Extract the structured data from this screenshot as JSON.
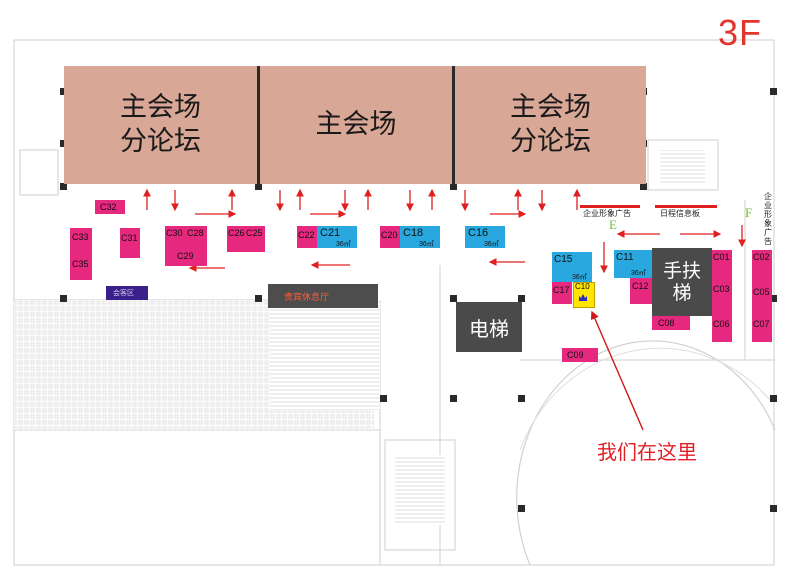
{
  "floor_label": "3F",
  "halls": [
    {
      "lines": [
        "主会场",
        "分论坛"
      ]
    },
    {
      "lines": [
        "主会场"
      ]
    },
    {
      "lines": [
        "主会场",
        "分论坛"
      ]
    }
  ],
  "booths": {
    "c32": "C32",
    "c33": "C33",
    "c31": "C31",
    "c35": "C35",
    "c30": "C30",
    "c28": "C28",
    "c29": "C29",
    "c26": "C26",
    "c25": "C25",
    "c22": "C22",
    "c21": "C21",
    "c20": "C20",
    "c18": "C18",
    "c16": "C16",
    "c15": "C15",
    "c17": "C17",
    "c10": "C10",
    "c11": "C11",
    "c12": "C12",
    "c08": "C08",
    "c01": "C01",
    "c02": "C02",
    "c03": "C03",
    "c05": "C05",
    "c06": "C06",
    "c07": "C07",
    "c09": "C09"
  },
  "area_unit": "36㎡",
  "vip_lounge": "贵宾休息厅",
  "small_room": "会客区",
  "elevator": "电梯",
  "escalator": "手扶梯",
  "corporate_ad": "企业形象广告",
  "schedule_board": "日程信息板",
  "corporate_ad_vertical": "企业形象广告",
  "marker_e": "E",
  "marker_f": "F",
  "you_are_here": "我们在这里",
  "colors": {
    "booth_pink": "#e6287e",
    "booth_blue": "#29a8df",
    "hall": "#d9a795",
    "arrow_red": "#e02020",
    "highlight_yellow": "#ffe500",
    "floor_label": "#e2352b"
  }
}
